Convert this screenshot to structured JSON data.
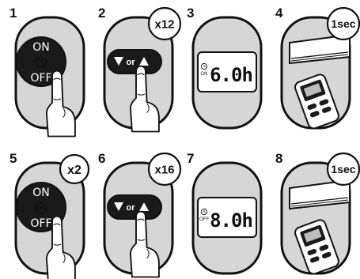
{
  "colors": {
    "panel_fill": "#d6d6d6",
    "outline": "#111111",
    "button_dark": "#1a1a1a",
    "lcd_fill": "#ffffff",
    "badge_fill": "#ffffff"
  },
  "steps": [
    {
      "number": "1",
      "kind": "onoff"
    },
    {
      "number": "2",
      "kind": "arrows",
      "badge": "x12"
    },
    {
      "number": "3",
      "kind": "display",
      "readout": "6.0h",
      "indicator": [
        "ON"
      ]
    },
    {
      "number": "4",
      "kind": "remote",
      "badge": "1sec"
    },
    {
      "number": "5",
      "kind": "onoff",
      "badge": "x2"
    },
    {
      "number": "6",
      "kind": "arrows",
      "badge": "x16"
    },
    {
      "number": "7",
      "kind": "display",
      "readout": "8.0h",
      "indicator": [
        "OFF"
      ]
    },
    {
      "number": "8",
      "kind": "remote",
      "badge": "1sec"
    }
  ],
  "onoff_button": {
    "line1": "ON",
    "line2": "OFF"
  },
  "arrow_button": {
    "word": "or",
    "left_icon": "arrow-down-icon",
    "right_icon": "arrow-up-icon"
  },
  "icons": {
    "timer": "timer-clock-icon",
    "finger": "pointing-finger-icon",
    "ac_unit": "air-conditioner-icon",
    "remote": "remote-control-icon"
  }
}
